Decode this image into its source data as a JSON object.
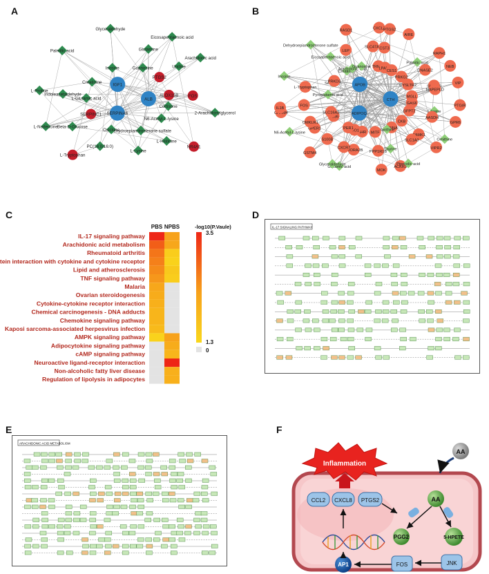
{
  "panels": {
    "a": "A",
    "b": "B",
    "c": "C",
    "d": "D",
    "e": "E",
    "f": "F"
  },
  "colors": {
    "gene": "#c41e2b",
    "gene_b": "#ef6a4e",
    "metabolite": "#2e8b4f",
    "metabolite_b": "#8fcf78",
    "hub": "#2f83c5",
    "heat_high": "#ee2616",
    "heat_mid": "#f7a21b",
    "heat_low": "#f9d71c",
    "heat_na": "#e3e3e3"
  },
  "network_a": {
    "labels": [
      "Cortisone",
      "L-Histidine",
      "SERPINA6",
      "N6-Acetyl-L-lysine",
      "L-Lysine",
      "L-Tryptophan",
      "Dehydroepiandrosterone sulfate",
      "PC(16:0/16:0)",
      "L-Norleucine",
      "Oxiclone",
      "Beta-D-Glucose",
      "L-Proline",
      "SERPINC1",
      "Indoleacetaldehyde",
      "Palmitic acid",
      "L-Glutamic acid",
      "ALB",
      "Glyceraldehyde",
      "Creatinine",
      "IGF1",
      "Eicosapentaenoic acid",
      "Inosine",
      "Glutamine",
      "Arachidonic acid",
      "Guanosine",
      "Uridine",
      "2-Arachidonylglycerol",
      "PTGS2",
      "FOS",
      "NR4A1",
      "ALOX15B"
    ]
  },
  "network_b": {
    "labels": [
      "GAS6",
      "CAMK1",
      "ACKR3",
      "GFPT2",
      "SLC1A3",
      "MOK",
      "CKB",
      "Taurine",
      "Glutamic acid",
      "GRINA",
      "PPP1R1B",
      "Glyceraldehyde",
      "Xanthine",
      "ADORA2B",
      "GSTM4",
      "MITF",
      "CXCR7",
      "N6-Acetyl-L-lysine",
      "AHR",
      "S100B",
      "CHRM4",
      "IDO1",
      "GPER1",
      "IL1B",
      "PER1",
      "OMKLR1",
      "Inosine",
      "CD36",
      "FOS",
      "ALB",
      "SLC16A2",
      "L-Tryptophan",
      "Dehydroepiandrosterone sulfate",
      "IGF1",
      "ADIPOQ",
      "CRP",
      "Pyroglutamic acid",
      "CTH",
      "RASD1",
      "Serotonin",
      "Eicosapentaenoic acid",
      "CXCL3",
      "PRKD3",
      "LEP",
      "PTGS2",
      "Creatinine",
      "SLC47A1",
      "AIRE",
      "Arachidonic acid",
      "CST3",
      "RAPH1",
      "Guanosine",
      "APOB",
      "NEB",
      "TRMT5",
      "Palmitic acid",
      "VIP",
      "LPAR1",
      "DNASE2",
      "PTGIR",
      "CES1",
      "SLC7A8",
      "GPR6",
      "PRKG2",
      "NAPEPLD",
      "Ornithine",
      "CYSLTR2",
      "L-lysine",
      "VIPR2",
      "MGLL",
      "AASDH",
      "Pipecolic acid"
    ]
  },
  "heatmap": {
    "columns": [
      "PBS",
      "NPBS"
    ],
    "legend_title": "-log10(P.Vaule)",
    "legend_ticks": [
      "3.5",
      "1.3",
      "0"
    ],
    "rows": [
      {
        "label": "IL-17 signaling pathway",
        "pbs": 3.5,
        "npbs": 2.4
      },
      {
        "label": "Arachidonic acid metabolism",
        "pbs": 3.0,
        "npbs": 2.3
      },
      {
        "label": "Rheumatoid arthritis",
        "pbs": 2.8,
        "npbs": 1.5
      },
      {
        "label": "Viral protein interaction with cytokine and cytokine receptor",
        "pbs": 2.7,
        "npbs": 1.4
      },
      {
        "label": "Lipid and atherosclerosis",
        "pbs": 2.6,
        "npbs": 1.6
      },
      {
        "label": "TNF signaling pathway",
        "pbs": 2.5,
        "npbs": 1.5
      },
      {
        "label": "Malaria",
        "pbs": 2.3,
        "npbs": 0
      },
      {
        "label": "Ovarian steroidogenesis",
        "pbs": 2.2,
        "npbs": 0
      },
      {
        "label": "Cytokine-cytokine receptor interaction",
        "pbs": 2.1,
        "npbs": 0
      },
      {
        "label": "Chemical carcinogenesis - DNA adducts",
        "pbs": 2.0,
        "npbs": 0
      },
      {
        "label": "Chemokine signaling pathway",
        "pbs": 2.0,
        "npbs": 0
      },
      {
        "label": "Kaposi sarcoma-associated herpesvirus infection",
        "pbs": 1.9,
        "npbs": 0
      },
      {
        "label": "AMPK signaling pathway",
        "pbs": 1.4,
        "npbs": 2.4
      },
      {
        "label": "Adipocytokine signaling pathway",
        "pbs": 0,
        "npbs": 2.2
      },
      {
        "label": "cAMP signaling pathway",
        "pbs": 0,
        "npbs": 2.0
      },
      {
        "label": "Neuroactive ligand-receptor interaction",
        "pbs": 0,
        "npbs": 3.5
      },
      {
        "label": "Non-alcoholic fatty liver disease",
        "pbs": 0,
        "npbs": 2.1
      },
      {
        "label": "Regulation of lipolysis in adipocytes",
        "pbs": 0,
        "npbs": 2.1
      }
    ]
  },
  "kegg_d": {
    "title": "IL-17 SIGNALING PATHWAY"
  },
  "kegg_e": {
    "title": "ARACHIDONIC ACID METABOLISM"
  },
  "diagram_f": {
    "inflammation": "Inflammation",
    "aa_out": "AA",
    "aa_in": "AA",
    "ccl2": "CCL2",
    "cxcl8": "CXCL8",
    "ptgs2": "PTGS2",
    "pgg2": "PGG2",
    "hpete": "5-HPETE",
    "ap1": "AP1",
    "fos": "FOS",
    "jnk": "JNK"
  }
}
